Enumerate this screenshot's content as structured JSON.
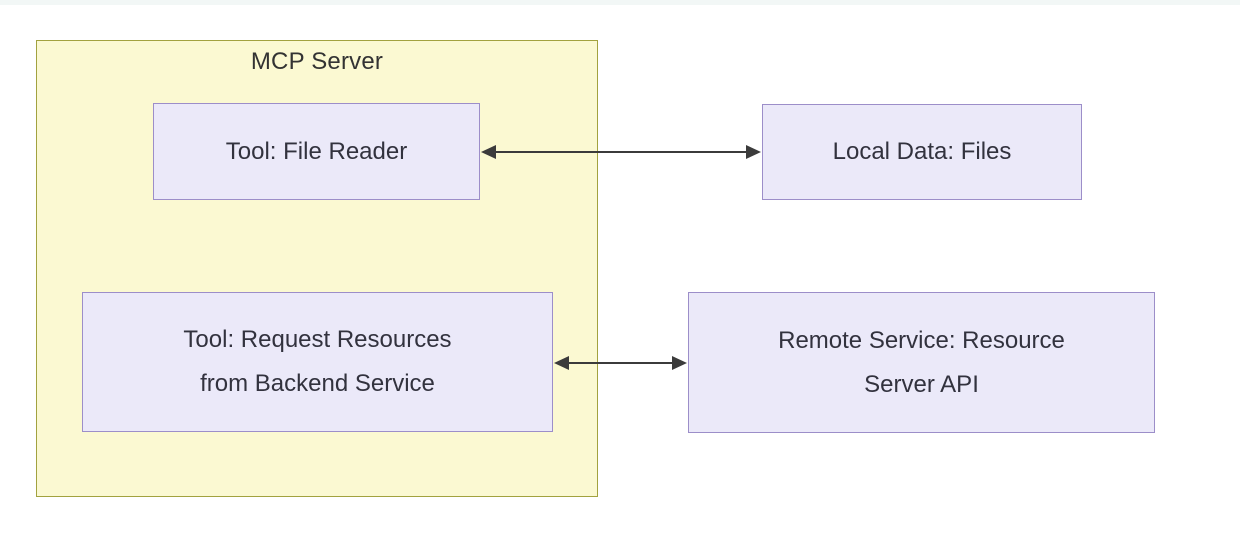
{
  "diagram": {
    "type": "architecture-flowchart",
    "container": {
      "label": "MCP Server"
    },
    "nodes": [
      {
        "id": "tool-file-reader",
        "parent": "MCP Server",
        "lines": [
          "Tool: File Reader"
        ]
      },
      {
        "id": "local-data-files",
        "parent": null,
        "lines": [
          "Local Data: Files"
        ]
      },
      {
        "id": "tool-request-resources",
        "parent": "MCP Server",
        "lines": [
          "Tool: Request Resources",
          "from Backend Service"
        ]
      },
      {
        "id": "remote-service-resource-server-api",
        "parent": null,
        "lines": [
          "Remote Service: Resource",
          "Server API"
        ]
      }
    ],
    "edges": [
      {
        "from": "Tool: File Reader",
        "to": "Local Data: Files",
        "direction": "bidirectional"
      },
      {
        "from": "Tool: Request Resources from Backend Service",
        "to": "Remote Service: Resource Server API",
        "direction": "bidirectional"
      }
    ],
    "colors": {
      "node_fill": "#EBE9F9",
      "node_border": "#9C8EC9",
      "container_fill": "#FBF9D2",
      "container_border": "#A2A23F",
      "text": "#333333",
      "arrow": "#3B3B3B",
      "background": "#FFFFFF"
    }
  }
}
